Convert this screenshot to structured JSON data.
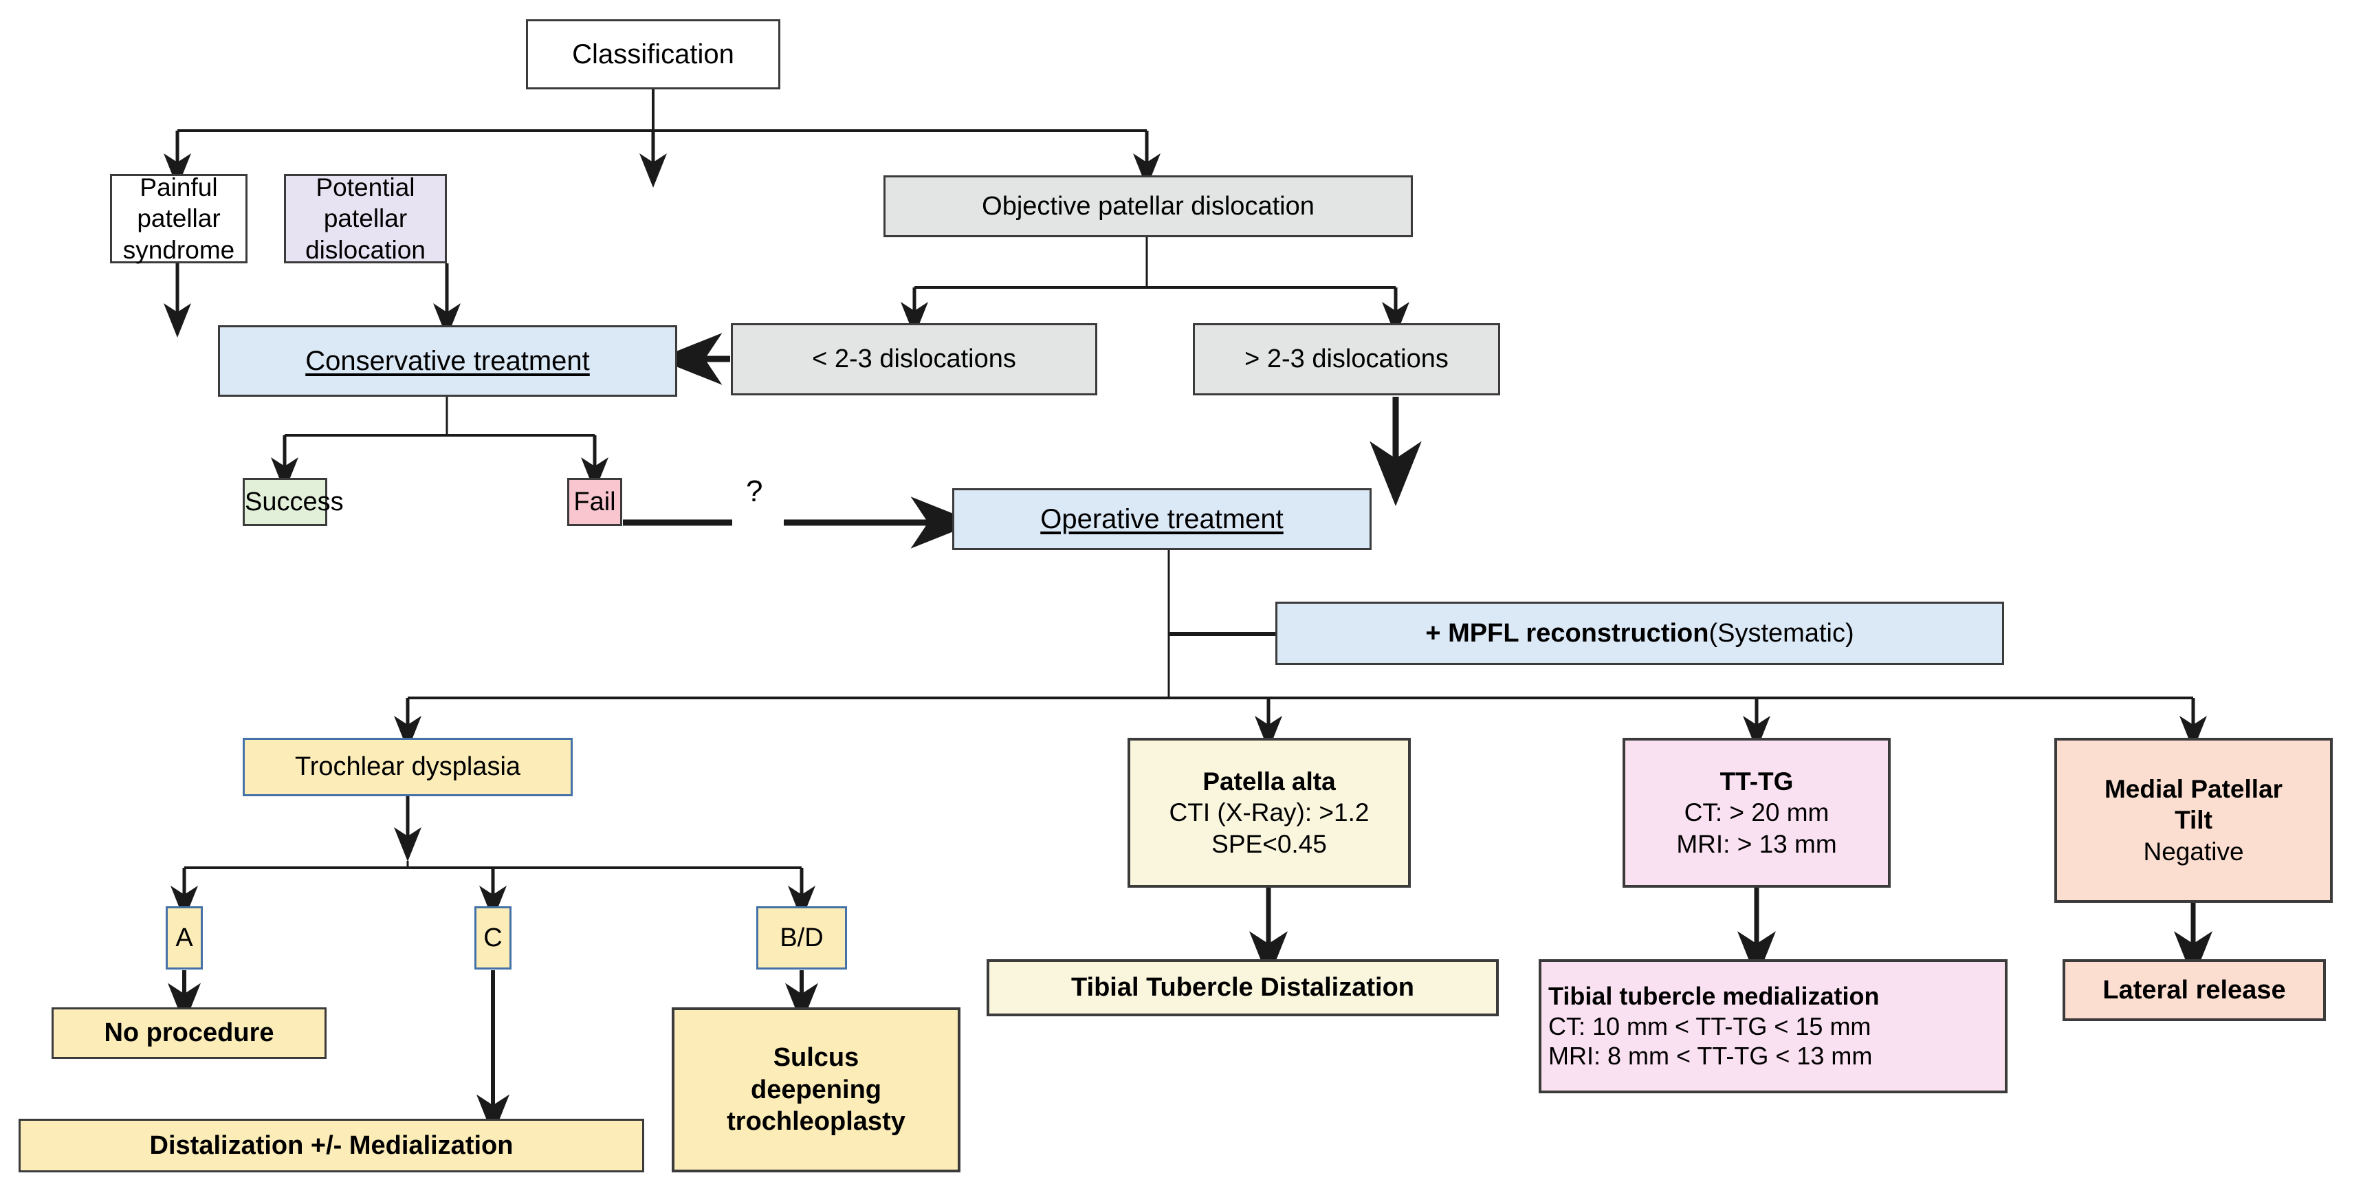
{
  "diagram": {
    "title": "Patellar instability classification and treatment algorithm",
    "colors": {
      "white": "#ffffff",
      "grey": "#e2e5e4",
      "lavender": "#e8e3f2",
      "blue": "#dbe8f6",
      "green": "#e2efd9",
      "red": "#f9c5ce",
      "yellow": "#fcecb8",
      "cream": "#faf5dd",
      "pink": "#fae1f1",
      "peach": "#fbded0",
      "border_dark": "#3b3b3b",
      "border_blue": "#4472a8",
      "line": "#1a1a1a"
    },
    "connector_label": "?"
  },
  "nodes": {
    "classification": {
      "label": "Classification"
    },
    "painful_patellar_syndrome": {
      "line1": "Painful patellar",
      "line2": "syndrome"
    },
    "potential_patellar_dislocation": {
      "line1": "Potential patellar",
      "line2": "dislocation"
    },
    "objective_patellar_dislocation": {
      "label": "Objective patellar dislocation"
    },
    "conservative_treatment": {
      "label": "Conservative treatment"
    },
    "dislocations_less": {
      "label": "< 2-3 dislocations"
    },
    "dislocations_more": {
      "label": "> 2-3 dislocations"
    },
    "success": {
      "label": "Success"
    },
    "fail": {
      "label": "Fail"
    },
    "operative_treatment": {
      "label": "Operative treatment"
    },
    "mpfl_reconstruction": {
      "bold": "+ MPFL reconstruction",
      "normal": " (Systematic)"
    },
    "trochlear_dysplasia": {
      "label": "Trochlear dysplasia"
    },
    "type_a": {
      "label": "A"
    },
    "type_c": {
      "label": "C"
    },
    "type_bd": {
      "label": "B/D"
    },
    "no_procedure": {
      "label": "No procedure"
    },
    "distalization_medialization": {
      "label": "Distalization +/- Medialization"
    },
    "sulcus_deepening": {
      "line1": "Sulcus",
      "line2": "deepening",
      "line3": "trochleoplasty"
    },
    "patella_alta": {
      "title": "Patella alta",
      "line1": "CTI (X-Ray): >1.2",
      "line2": "SPE<0.45"
    },
    "tibial_tubercle_distalization": {
      "label": "Tibial Tubercle Distalization"
    },
    "tt_tg": {
      "title": "TT-TG",
      "line1": "CT: > 20 mm",
      "line2": "MRI: > 13 mm"
    },
    "tibial_tubercle_medialization": {
      "title": "Tibial tubercle medialization",
      "line1": "CT: 10 mm < TT-TG < 15 mm",
      "line2": "MRI: 8 mm < TT-TG < 13 mm"
    },
    "medial_patellar_tilt": {
      "title_line1": "Medial Patellar",
      "title_line2": "Tilt",
      "line1": "Negative"
    },
    "lateral_release": {
      "label": "Lateral release"
    }
  }
}
